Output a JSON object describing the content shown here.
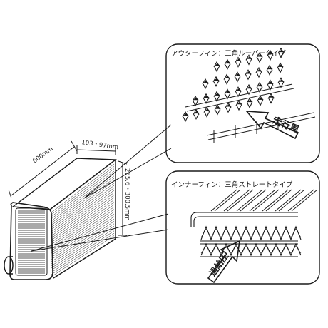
{
  "dimensions": {
    "length": "600mm",
    "width": "103・97mm",
    "height": "255.6・300.5mm"
  },
  "outer_fin": {
    "title": "アウターフィン：三角ルーバータイプ",
    "arrow_label": "走行風"
  },
  "inner_fin": {
    "title": "インナーフィン：三角ストレートタイプ",
    "arrow_label": "過給圧"
  },
  "colors": {
    "line": "#1a1a1a",
    "callout_fill": "#ffffff",
    "background": "#ffffff"
  }
}
